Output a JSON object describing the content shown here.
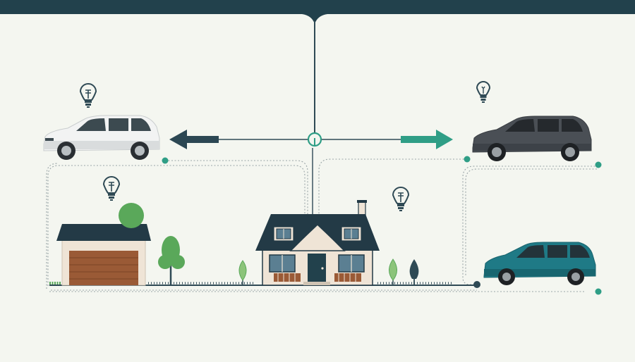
{
  "colors": {
    "background": "#f4f6f0",
    "top_bar": "#22414c",
    "line_dark": "#2f4a55",
    "line_dotted": "#9aa5a7",
    "accent_teal": "#2f9e86",
    "arrow_dark": "#2c4753",
    "car_white": "#f2f3f3",
    "car_gray": "#4a4f55",
    "car_teal": "#1f7a86",
    "house_wall": "#efe4d6",
    "roof": "#233a46",
    "garage_door": "#9a5a36",
    "tree_green": "#5aa85a",
    "tree_dark": "#2f4a55"
  },
  "nodes": [
    {
      "id": "suv-white",
      "kind": "car",
      "icon": "car-icon"
    },
    {
      "id": "suv-gray",
      "kind": "car",
      "icon": "car-icon"
    },
    {
      "id": "suv-teal",
      "kind": "car",
      "icon": "car-icon"
    },
    {
      "id": "garage",
      "kind": "building",
      "icon": "garage-icon"
    },
    {
      "id": "house",
      "kind": "building",
      "icon": "house-icon"
    },
    {
      "id": "hub",
      "kind": "junction",
      "icon": "circle-icon"
    }
  ],
  "ideas": [
    {
      "id": "bulb-1",
      "icon": "lightbulb-icon"
    },
    {
      "id": "bulb-2",
      "icon": "lightbulb-icon"
    },
    {
      "id": "bulb-3",
      "icon": "lightbulb-icon"
    },
    {
      "id": "bulb-4",
      "icon": "lightbulb-icon"
    }
  ],
  "arrows": [
    {
      "id": "arrow-left",
      "direction": "left",
      "color": "#2c4753"
    },
    {
      "id": "arrow-right",
      "direction": "right",
      "color": "#2f9e86"
    }
  ]
}
